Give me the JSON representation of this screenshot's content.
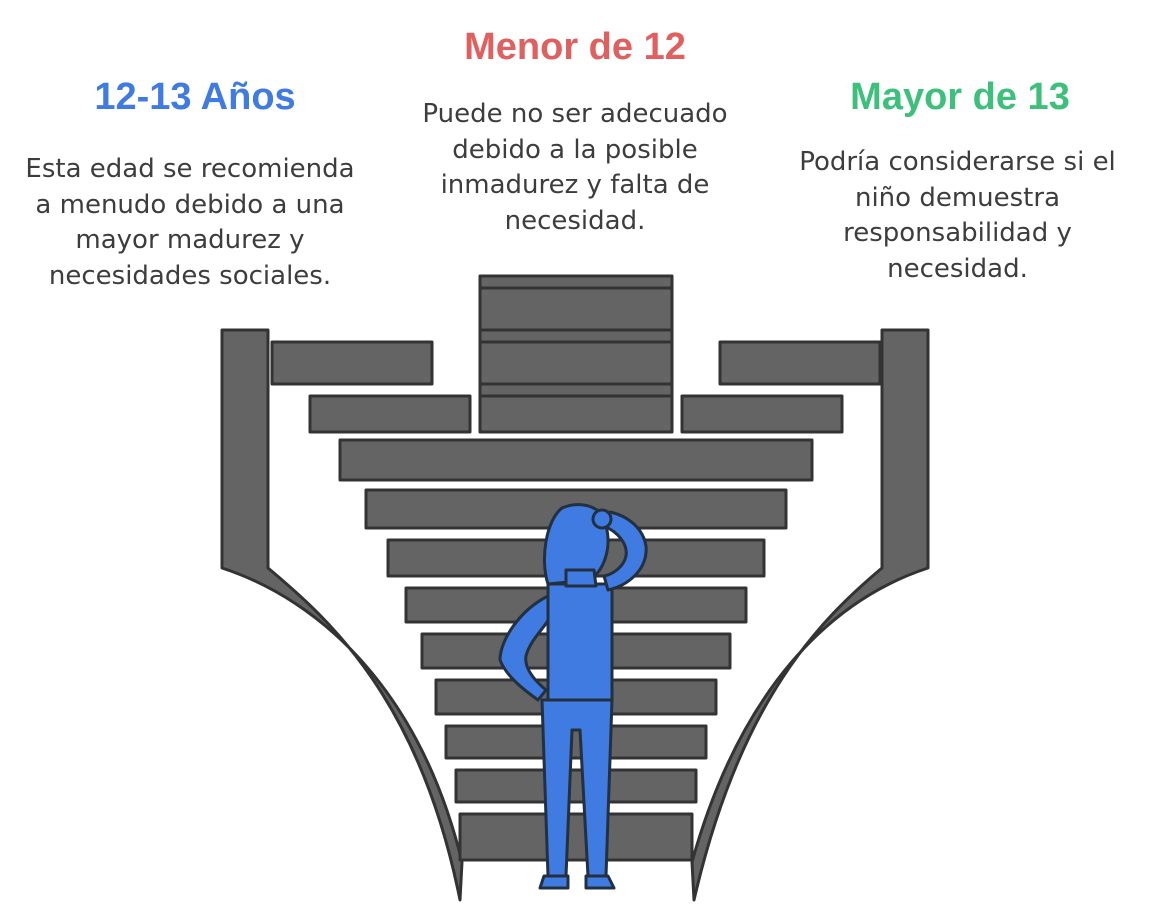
{
  "options": {
    "left": {
      "title": "12-13 Años",
      "description": "Esta edad se recomienda a menudo debido a una mayor madurez y necesidades sociales.",
      "color": "#3f7be0"
    },
    "center": {
      "title": "Menor de 12",
      "description": "Puede no ser adecuado debido a la posible inmadurez y falta de necesidad.",
      "color": "#e06060"
    },
    "right": {
      "title": "Mayor de 13",
      "description": "Podría considerarse si el niño demuestra responsabilidad y necesidad.",
      "color": "#3dc07c"
    }
  },
  "illustration": {
    "icon": "person-thinking-at-staircase-icon",
    "stair_color": "#646464",
    "person_color": "#3f7be0"
  }
}
